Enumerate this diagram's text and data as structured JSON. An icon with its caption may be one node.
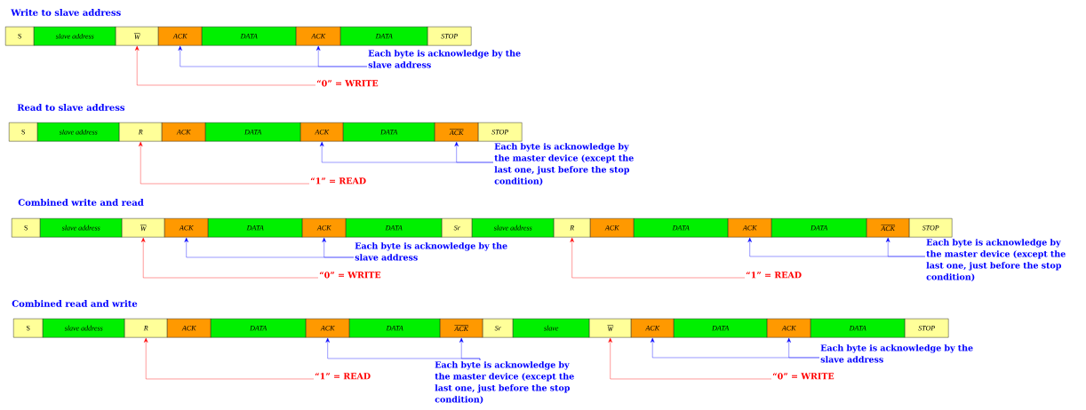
{
  "diagram": {
    "nodes": [
      {
        "text": [
          "S"
        ]
      },
      {
        "text": [
          "slave address"
        ]
      },
      {
        "text": [
          "W"
        ]
      },
      {
        "text": [
          "ACK"
        ]
      },
      {
        "text": [
          "DATA"
        ]
      },
      {
        "text": [
          "ACK"
        ]
      },
      {
        "text": [
          "DATA"
        ]
      },
      {
        "text": [
          "STOP"
        ]
      },
      {
        "text": [
          "Each byte is acknowledge by the slave address"
        ]
      },
      {
        "text": [
          "“0” = WRITE"
        ]
      },
      {
        "text": [
          "S"
        ]
      },
      {
        "text": [
          "slave address"
        ]
      },
      {
        "text": [
          "R"
        ]
      },
      {
        "text": [
          "ACK"
        ]
      },
      {
        "text": [
          "DATA"
        ]
      },
      {
        "text": [
          "ACK"
        ]
      },
      {
        "text": [
          "DATA"
        ]
      },
      {
        "text": [
          "ACK"
        ]
      },
      {
        "text": [
          "STOP"
        ]
      },
      {
        "text": [
          "Each byte is acknowledge by the master device (except the last one, just before the stop condition)"
        ]
      },
      {
        "text": [
          "“1” = READ"
        ]
      },
      {
        "text": [
          "S"
        ]
      },
      {
        "text": [
          "slave address"
        ]
      },
      {
        "text": [
          "W"
        ]
      },
      {
        "text": [
          "ACK"
        ]
      },
      {
        "text": [
          "DATA"
        ]
      },
      {
        "text": [
          "ACK"
        ]
      },
      {
        "text": [
          "DATA"
        ]
      },
      {
        "text": [
          "Sr"
        ]
      },
      {
        "text": [
          "slave address"
        ]
      },
      {
        "text": [
          "R"
        ]
      },
      {
        "text": [
          "ACK"
        ]
      },
      {
        "text": [
          "DATA"
        ]
      },
      {
        "text": [
          "ACK"
        ]
      },
      {
        "text": [
          "DATA"
        ]
      },
      {
        "text": [
          "ACK"
        ]
      },
      {
        "text": [
          "STOP"
        ]
      },
      {
        "text": [
          "Each byte is acknowledge by the slave address"
        ]
      },
      {
        "text": [
          "“0” = WRITE"
        ]
      },
      {
        "text": [
          "Each byte is acknowledge by the master device (except the last one, just before the stop condition)"
        ]
      },
      {
        "text": [
          "“1” = READ"
        ]
      },
      {
        "text": [
          "S"
        ]
      },
      {
        "text": [
          "slave address"
        ]
      },
      {
        "text": [
          "R"
        ]
      },
      {
        "text": [
          "ACK"
        ]
      },
      {
        "text": [
          "DATA"
        ]
      },
      {
        "text": [
          "ACK"
        ]
      },
      {
        "text": [
          "DATA"
        ]
      },
      {
        "text": [
          "ACK"
        ]
      },
      {
        "text": [
          "Sr"
        ]
      },
      {
        "text": [
          "slave"
        ]
      },
      {
        "text": [
          "W"
        ]
      },
      {
        "text": [
          "ACK"
        ]
      },
      {
        "text": [
          "DATA"
        ]
      },
      {
        "text": [
          "ACK"
        ]
      },
      {
        "text": [
          "DATA"
        ]
      },
      {
        "text": [
          "STOP"
        ]
      },
      {
        "text": [
          "“1” = READ"
        ]
      },
      {
        "text": [
          "Each byte is acknowledge by the master device (except the last one, just before the stop condition)"
        ]
      },
      {
        "text": [
          "Each byte is acknowledge by the slave address"
        ]
      },
      {
        "text": [
          "“0” = WRITE"
        ]
      }
    ],
    "edges": [
      {
        "from": 9,
        "to": 2,
        "arrow": "to",
        "color": "#ff0000"
      },
      {
        "from": 8,
        "to": 3,
        "arrow": "to"
      },
      {
        "from": 8,
        "to": 5,
        "arrow": "to"
      },
      {
        "from": 20,
        "to": 12,
        "arrow": "to",
        "color": "#ff0000"
      },
      {
        "from": 19,
        "to": 15,
        "arrow": "to"
      },
      {
        "from": 19,
        "to": 17,
        "arrow": "to"
      },
      {
        "from": 38,
        "to": 23,
        "arrow": "to",
        "color": "#ff0000"
      },
      {
        "from": 37,
        "to": 24,
        "arrow": "to"
      },
      {
        "from": 37,
        "to": 26,
        "arrow": "to"
      },
      {
        "from": 40,
        "to": 30,
        "arrow": "to",
        "color": "#ff0000"
      },
      {
        "from": 39,
        "to": 33,
        "arrow": "to"
      },
      {
        "from": 39,
        "to": 35,
        "arrow": "to"
      },
      {
        "from": 57,
        "to": 43,
        "arrow": "to",
        "color": "#ff0000"
      },
      {
        "from": 58,
        "to": 46,
        "arrow": "to"
      },
      {
        "from": 58,
        "to": 48,
        "arrow": "to"
      },
      {
        "from": 60,
        "to": 51,
        "arrow": "to",
        "color": "#ff0000"
      },
      {
        "from": 59,
        "to": 52,
        "arrow": "to"
      },
      {
        "from": 59,
        "to": 54,
        "arrow": "to"
      }
    ],
    "labels": [
      "Write to slave address",
      "Read to slave address",
      "Combined write and read",
      "Combined read and write"
    ]
  }
}
